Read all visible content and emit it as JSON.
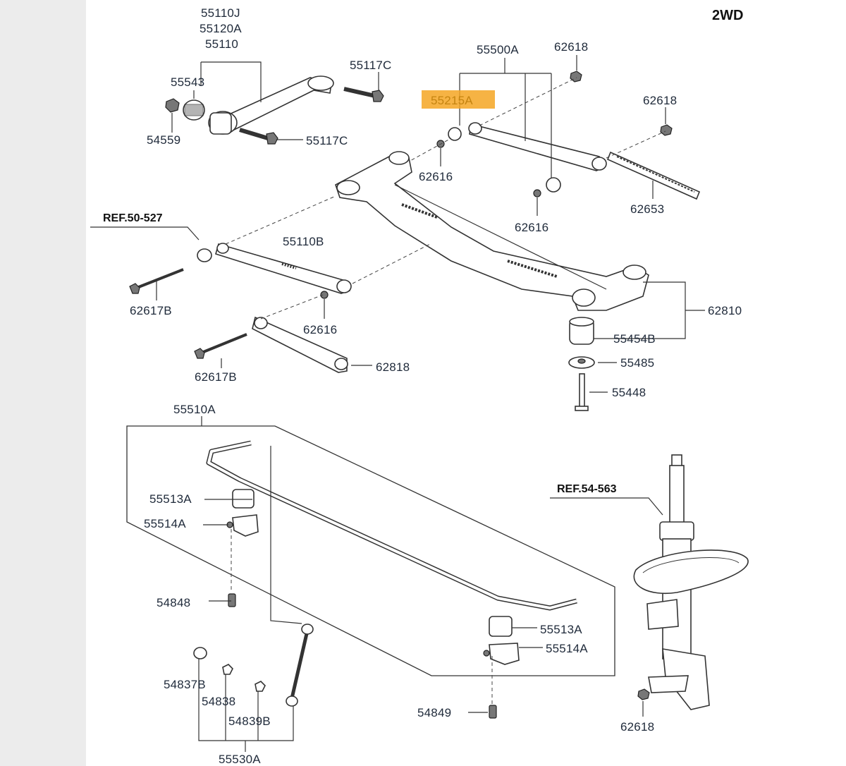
{
  "title": "2WD",
  "highlight_color": "#f5a623",
  "refs": {
    "ref_50_527": "REF.50-527",
    "ref_54_563": "REF.54-563"
  },
  "labels": {
    "l55110J": "55110J",
    "l55120A": "55120A",
    "l55110": "55110",
    "l55543": "55543",
    "l54559": "54559",
    "l55117C_top": "55117C",
    "l55117C_mid": "55117C",
    "l55500A": "55500A",
    "l62618_top": "62618",
    "l55215A": "55215A",
    "l62618_right": "62618",
    "l62616_a": "62616",
    "l62616_b": "62616",
    "l62653": "62653",
    "l55110B": "55110B",
    "l62617B_a": "62617B",
    "l62616_c": "62616",
    "l62810": "62810",
    "l55454B": "55454B",
    "l62617B_b": "62617B",
    "l62818": "62818",
    "l55485": "55485",
    "l55448": "55448",
    "l55510A": "55510A",
    "l55513A_a": "55513A",
    "l55514A_a": "55514A",
    "l54848": "54848",
    "l55513A_b": "55513A",
    "l55514A_b": "55514A",
    "l54837B": "54837B",
    "l54838": "54838",
    "l54839B": "54839B",
    "l54849": "54849",
    "l55530A": "55530A",
    "l62618_bottom": "62618"
  }
}
